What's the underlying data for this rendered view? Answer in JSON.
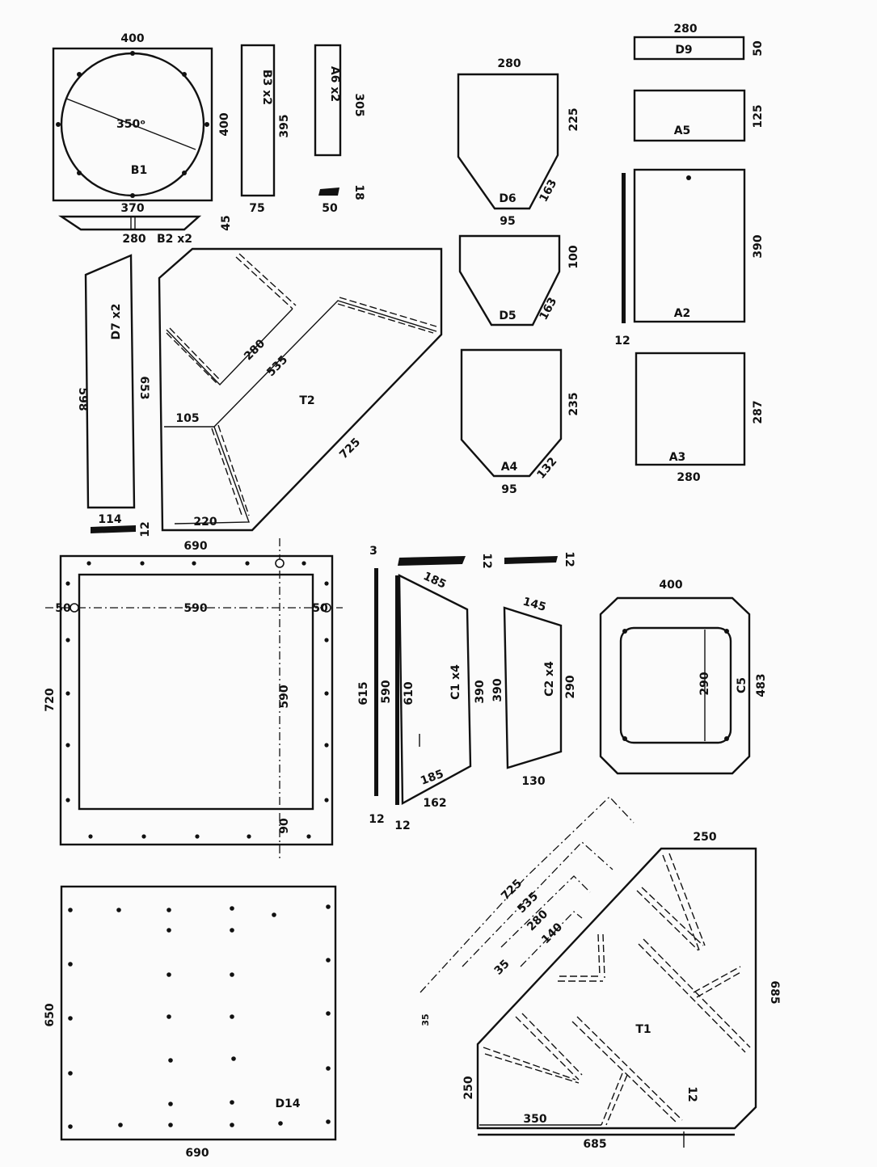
{
  "parts": {
    "b1": {
      "width": "400",
      "height": "400",
      "diameter": "350ᵒ",
      "name": "B1",
      "bottom": "370"
    },
    "b2": {
      "top": "280",
      "name": "B2 x2",
      "height": "45"
    },
    "b3": {
      "name": "B3 x2",
      "height": "395",
      "width": "75"
    },
    "a6": {
      "name": "A6 x2",
      "height": "305",
      "width": "50",
      "thickness": "18"
    },
    "d6": {
      "top": "280",
      "height": "225",
      "name": "D6",
      "bottom": "95",
      "slant": "163"
    },
    "d5": {
      "height": "100",
      "name": "D5",
      "slant": "163"
    },
    "a4": {
      "height": "235",
      "name": "A4",
      "bottom": "95",
      "slant": "132"
    },
    "d9": {
      "width": "280",
      "name": "D9",
      "height": "50"
    },
    "a5": {
      "name": "A5",
      "height": "125"
    },
    "a2": {
      "height": "390",
      "name": "A2",
      "thickness": "12"
    },
    "a3": {
      "height": "287",
      "name": "A3",
      "width": "280"
    },
    "d7": {
      "name": "D7 x2",
      "left": "598",
      "right": "653",
      "width": "114",
      "thickness": "12"
    },
    "t2": {
      "name": "T2",
      "d105": "105",
      "d220": "220",
      "d280": "280",
      "d535": "535",
      "d725": "725"
    },
    "c4": {
      "width": "690",
      "height": "720",
      "inner": "590",
      "inner_v": "590",
      "margin": "50",
      "margin2": "50",
      "bottom": "90"
    },
    "strip": {
      "d3": "3",
      "len": "615",
      "thickness": "12"
    },
    "c1": {
      "top": "185",
      "d590": "590",
      "d610": "610",
      "name": "C1 x4",
      "right": "390",
      "inner": "185",
      "bottom": "162",
      "thickness": "12",
      "bar_thickness": "12"
    },
    "c2": {
      "top": "145",
      "left": "390",
      "name": "C2 x4",
      "right": "290",
      "bottom": "130",
      "bar_thickness": "12"
    },
    "c5": {
      "width": "400",
      "inner": "290",
      "name": "C5",
      "height": "483"
    },
    "d14": {
      "height": "650",
      "width": "690",
      "name": "D14"
    },
    "t1": {
      "top": "250",
      "right": "685",
      "left": "250",
      "bottom_inner": "350",
      "bottom": "685",
      "name": "T1",
      "d12": "12",
      "d725": "725",
      "d535": "535",
      "d280": "280",
      "d140": "140",
      "d35": "35",
      "dq": "35"
    }
  }
}
